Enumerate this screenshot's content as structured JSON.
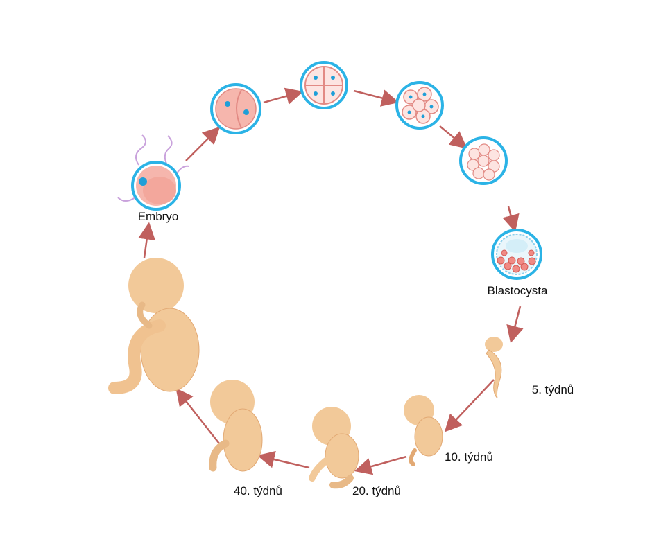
{
  "labels": {
    "embryo": "Embryo",
    "blastocyst": "Blastocysta",
    "week5": "5. týdnů",
    "week10": "10. týdnů",
    "week20": "20. týdnů",
    "week40": "40. týdnů"
  },
  "colors": {
    "arrow": "#c0605e",
    "cell_outline": "#2bb3e6",
    "cell_fill": "#f6b6ad",
    "fetus": "#f2c999",
    "fetus_shade": "#e2a974"
  }
}
